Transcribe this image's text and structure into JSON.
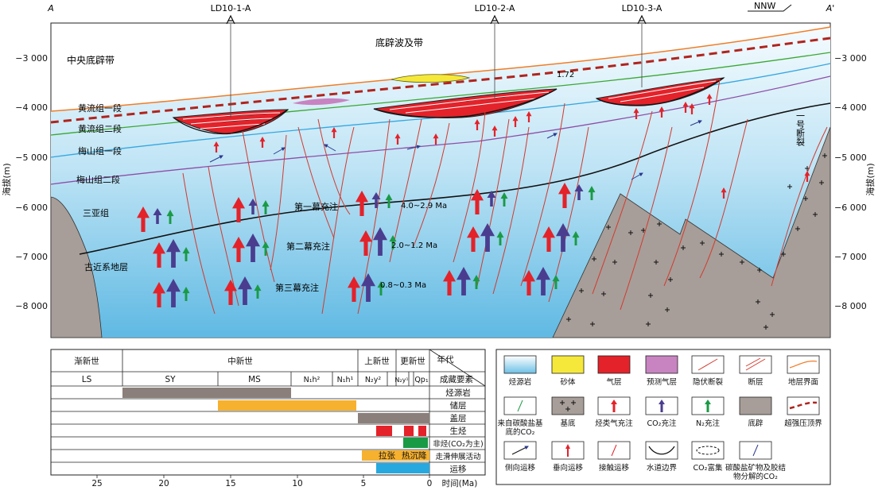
{
  "section": {
    "left_end_label": "A",
    "right_end_label": "A'",
    "orientation_label": "NNW",
    "wells": [
      "LD10-1-A",
      "LD10-2-A",
      "LD10-3-A"
    ],
    "y_axis_title": "海拔(m)",
    "y_ticks": [
      "−3 000",
      "−4 000",
      "−5 000",
      "−6 000",
      "−7 000",
      "−8 000"
    ],
    "zones": {
      "central_diapir": "中央底辟带",
      "diapir_affected": "底辟波及带"
    },
    "strata": {
      "hl1": "黄流组一段",
      "hl2": "黄流组二段",
      "ms1": "梅山组一段",
      "ms2": "梅山组二段",
      "sanya": "三亚组",
      "paleogene": "古近系地层"
    },
    "fault_label": "一号断裂",
    "pressure_coefficient": "1.72",
    "charging": {
      "first": "第一幕充注",
      "second": "第二幕充注",
      "third": "第三幕充注",
      "first_age": "4.0~2.9 Ma",
      "second_age": "2.0~1.2 Ma",
      "third_age": "0.8~0.3 Ma"
    }
  },
  "timetable": {
    "epochs": [
      "渐新世",
      "中新世",
      "上新世",
      "更新世"
    ],
    "age_header": "年代",
    "element_header": "成藏要素",
    "stages": [
      "LS",
      "SY",
      "MS",
      "N₁h²",
      "N₁h¹",
      "N₂y²",
      "N₂y¹",
      "Qp₁"
    ],
    "rows": [
      "烃源岩",
      "储层",
      "盖层",
      "生烃",
      "非烃(CO₂为主)",
      "走滑伸展活动",
      "运移"
    ],
    "activity_labels": [
      "拉张",
      "热沉降"
    ],
    "time_ticks": [
      "25",
      "20",
      "15",
      "10",
      "5",
      "0"
    ],
    "time_axis_label": "时间(Ma)",
    "colors": {
      "source_rock": "#8a7f7a",
      "reservoir": "#f6b12e",
      "seal": "#8a7f7a",
      "hydrocarbon": "#e3222a",
      "nonhydrocarbon": "#1a9a45",
      "tectonic": "#f6b12e",
      "migration": "#27a8df"
    }
  },
  "legend": {
    "items": [
      {
        "label": "烃源岩",
        "icon": "source-rock-swatch"
      },
      {
        "label": "砂体",
        "icon": "sand-body-swatch"
      },
      {
        "label": "气层",
        "icon": "gas-layer-swatch"
      },
      {
        "label": "预测气层",
        "icon": "predicted-gas-layer-swatch"
      },
      {
        "label": "隐伏断裂",
        "icon": "hidden-fault-line"
      },
      {
        "label": "断层",
        "icon": "fault-line"
      },
      {
        "label": "地层界面",
        "icon": "stratum-boundary-line"
      },
      {
        "label": "来自碳酸盐基底的CO₂",
        "icon": "carbonate-co2-arrow"
      },
      {
        "label": "基底",
        "icon": "basement-swatch"
      },
      {
        "label": "烃类气充注",
        "icon": "hydrocarbon-charge-arrow"
      },
      {
        "label": "CO₂充注",
        "icon": "co2-charge-arrow"
      },
      {
        "label": "N₂充注",
        "icon": "n2-charge-arrow"
      },
      {
        "label": "底辟",
        "icon": "diapir-swatch"
      },
      {
        "label": "超强压顶界",
        "icon": "overpressure-top-line"
      },
      {
        "label": "侧向运移",
        "icon": "lateral-migration-arrow"
      },
      {
        "label": "垂向运移",
        "icon": "vertical-migration-arrow"
      },
      {
        "label": "接触运移",
        "icon": "contact-migration-arrow"
      },
      {
        "label": "水道边界",
        "icon": "channel-boundary-line"
      },
      {
        "label": "CO₂富集",
        "icon": "co2-enrichment-outline"
      },
      {
        "label": "碳酸盐矿物及胶结物分解的CO₂",
        "icon": "carbonate-decomposition-arrow"
      }
    ]
  }
}
